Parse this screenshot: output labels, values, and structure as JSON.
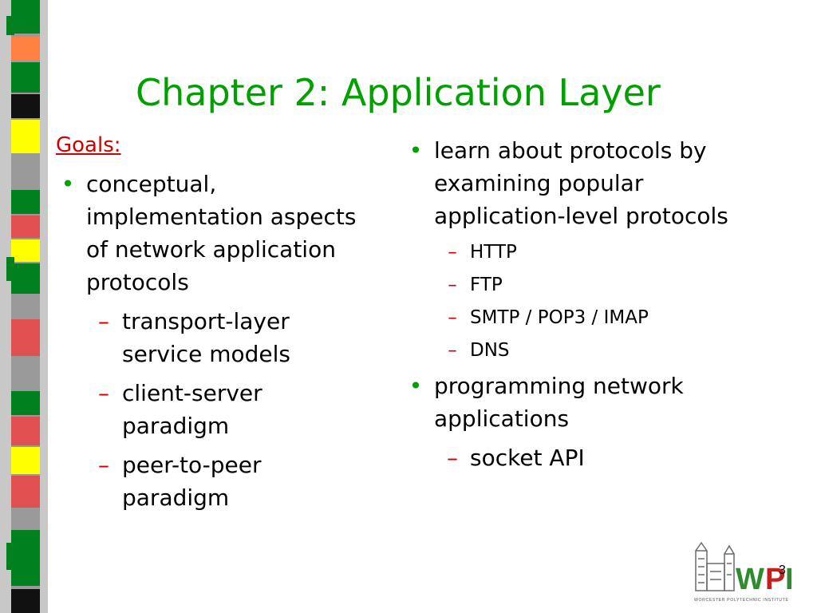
{
  "title": "Chapter 2: Application Layer",
  "left_column": {
    "heading": "Goals:",
    "bullets": [
      {
        "text": "conceptual, implementation aspects of network application protocols",
        "subitems": [
          "transport-layer service models",
          "client-server paradigm",
          "peer-to-peer paradigm"
        ]
      }
    ]
  },
  "right_column": {
    "bullets": [
      {
        "text": "learn about protocols by examining popular application-level protocols",
        "subitems": [
          "HTTP",
          "FTP",
          "SMTP / POP3 / IMAP",
          "DNS"
        ]
      },
      {
        "text": "programming network applications",
        "subitems": [
          "socket API"
        ]
      }
    ]
  },
  "glyphs": {
    "bullet": "•",
    "dash": "–"
  },
  "logo": {
    "text": "WPI",
    "caption": "WORCESTER POLYTECHNIC INSTITUTE"
  },
  "page_number": "3",
  "colors": {
    "title": "#00a000",
    "heading": "#d00000",
    "bullet": "#00a000",
    "dash": "#d00000",
    "strip_green": "#00801e",
    "strip_red": "#e05050",
    "strip_yellow": "#ffff00",
    "strip_orange": "#ff8040",
    "logo_green": "#2e8b2e",
    "logo_red": "#c81e1e"
  }
}
